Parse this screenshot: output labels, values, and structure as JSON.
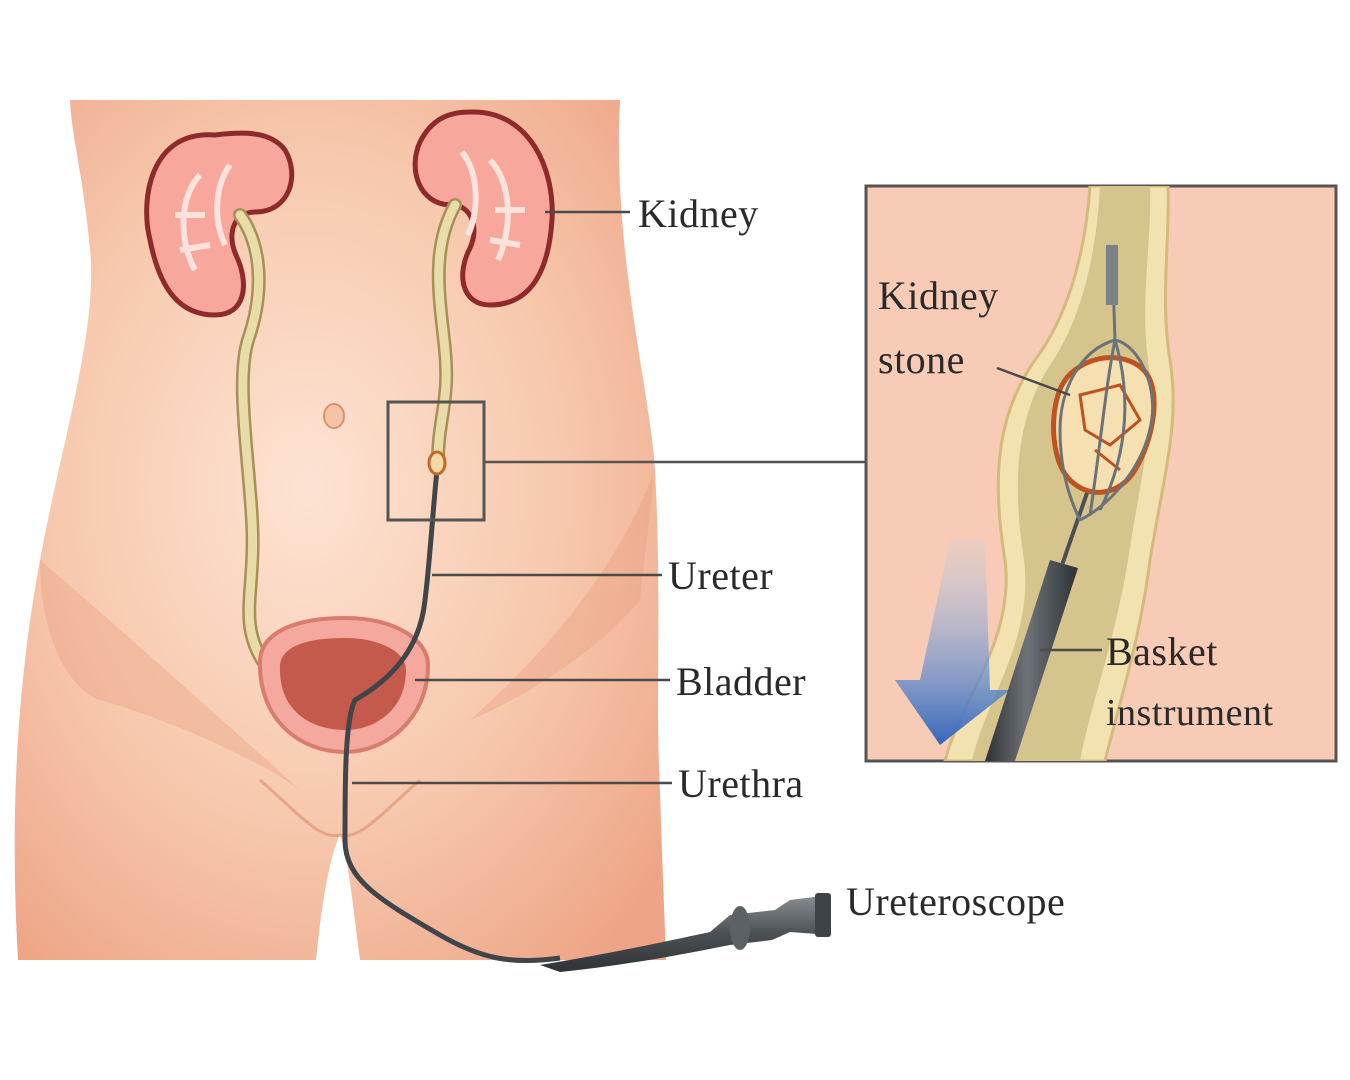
{
  "labels": {
    "kidney": "Kidney",
    "ureter": "Ureter",
    "bladder": "Bladder",
    "urethra": "Urethra",
    "ureteroscope": "Ureteroscope",
    "kidney_stone_line1": "Kidney",
    "kidney_stone_line2": "stone",
    "basket_line1": "Basket",
    "basket_line2": "instrument"
  },
  "colors": {
    "skin": "#f8d0b6",
    "skin_shadow": "#eaa98a",
    "kidney_cortex": "#f7a79c",
    "kidney_capsule": "#8e2a2a",
    "ureter": "#e8dca9",
    "instrument": "#4d5257",
    "arrow": "#3b72c2",
    "inset_bg": "#f7cbb5",
    "leader": "#4a4a4a"
  }
}
